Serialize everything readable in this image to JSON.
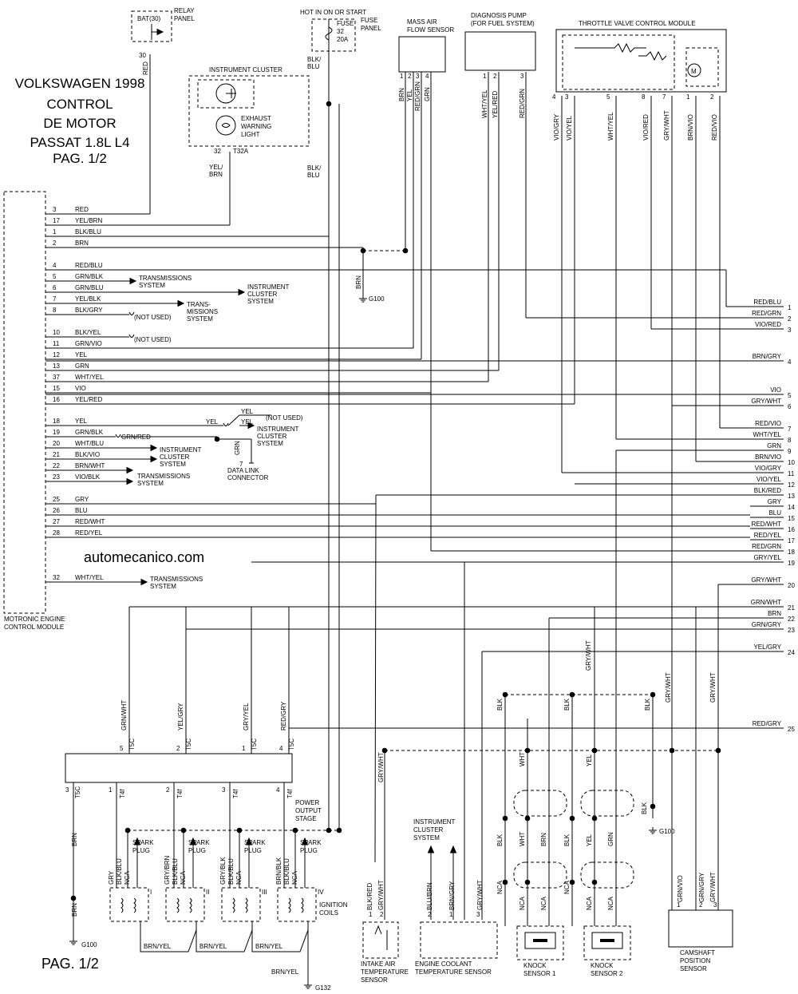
{
  "title": {
    "lines": [
      "VOLKSWAGEN 1998",
      "CONTROL",
      "DE MOTOR",
      "PASSAT 1.8L L4",
      "PAG. 1/2"
    ]
  },
  "watermark": "automecanico.com",
  "footer_page": "PAG. 1/2",
  "components": {
    "relay_panel": "RELAY PANEL",
    "bat": "BAT(30)",
    "hot_in_on": "HOT IN ON OR START",
    "fuse": "FUSE",
    "fuse_num": "32",
    "fuse_amp": "20A",
    "fuse_panel": "FUSE PANEL",
    "instrument_cluster": "INSTRUMENT CLUSTER",
    "exhaust_light": [
      "EXHAUST",
      "WARNING",
      "LIGHT"
    ],
    "maf": [
      "MASS AIR",
      "FLOW SENSOR"
    ],
    "diag_pump": [
      "DIAGNOSIS PUMP",
      "(FOR FUEL SYSTEM)"
    ],
    "throttle": "THROTTLE VALVE CONTROL MODULE",
    "ecm": [
      "MOTRONIC ENGINE",
      "CONTROL MODULE"
    ],
    "power_stage": [
      "POWER",
      "OUTPUT",
      "STAGE"
    ],
    "ignition_coils": [
      "IGNITION",
      "COILS"
    ],
    "spark_plug": [
      "SPARK",
      "PLUG"
    ],
    "intake_air": [
      "INTAKE AIR",
      "TEMPERATURE",
      "SENSOR"
    ],
    "coolant": [
      "ENGINE COOLANT",
      "TEMPERATURE SENSOR"
    ],
    "inst_cluster_system": [
      "INSTRUMENT",
      "CLUSTER",
      "SYSTEM"
    ],
    "knock1": [
      "KNOCK",
      "SENSOR 1"
    ],
    "knock2": [
      "KNOCK",
      "SENSOR 2"
    ],
    "camshaft": [
      "CAMSHAFT",
      "POSITION",
      "SENSOR"
    ],
    "dlc": [
      "DATA LINK",
      "CONNECTOR"
    ],
    "g100": "G100",
    "g132": "G132",
    "t32a": "T32A",
    "motor": "M"
  },
  "ecm_pins": [
    {
      "pin": "3",
      "wire": "RED"
    },
    {
      "pin": "17",
      "wire": "YEL/BRN"
    },
    {
      "pin": "1",
      "wire": "BLK/BLU"
    },
    {
      "pin": "2",
      "wire": "BRN"
    },
    {
      "pin": "4",
      "wire": "RED/BLU"
    },
    {
      "pin": "5",
      "wire": "GRN/BLK"
    },
    {
      "pin": "6",
      "wire": "GRN/BLU"
    },
    {
      "pin": "7",
      "wire": "YEL/BLK"
    },
    {
      "pin": "8",
      "wire": "BLK/GRY"
    },
    {
      "pin": "10",
      "wire": "BLK/YEL"
    },
    {
      "pin": "11",
      "wire": "GRN/VIO"
    },
    {
      "pin": "12",
      "wire": "YEL"
    },
    {
      "pin": "13",
      "wire": "GRN"
    },
    {
      "pin": "37",
      "wire": "WHT/YEL"
    },
    {
      "pin": "15",
      "wire": "VIO"
    },
    {
      "pin": "16",
      "wire": "YEL/RED"
    },
    {
      "pin": "18",
      "wire": "YEL"
    },
    {
      "pin": "19",
      "wire": "GRN/BLK"
    },
    {
      "pin": "20",
      "wire": "WHT/BLU"
    },
    {
      "pin": "21",
      "wire": "BLK/VIO"
    },
    {
      "pin": "22",
      "wire": "BRN/WHT"
    },
    {
      "pin": "23",
      "wire": "VIO/BLK"
    },
    {
      "pin": "25",
      "wire": "GRY"
    },
    {
      "pin": "26",
      "wire": "BLU"
    },
    {
      "pin": "27",
      "wire": "RED/WHT"
    },
    {
      "pin": "28",
      "wire": "RED/YEL"
    },
    {
      "pin": "32",
      "wire": "WHT/YEL"
    }
  ],
  "side_labels": {
    "transmissions_system": [
      "TRANSMISSIONS",
      "SYSTEM"
    ],
    "trans_missions_system": [
      "TRANS-",
      "MISSIONS",
      "SYSTEM"
    ],
    "instrument_cluster_system": [
      "INSTRUMENT",
      "CLUSTER",
      "SYSTEM"
    ],
    "not_used": "(NOT USED)"
  },
  "right_connector": [
    {
      "n": "1",
      "wire": "RED/BLU"
    },
    {
      "n": "2",
      "wire": "RED/GRN"
    },
    {
      "n": "3",
      "wire": "VIO/RED"
    },
    {
      "n": "4",
      "wire": "BRN/GRY"
    },
    {
      "n": "5",
      "wire": "VIO"
    },
    {
      "n": "6",
      "wire": "GRY/WHT"
    },
    {
      "n": "7",
      "wire": "RED/VIO"
    },
    {
      "n": "8",
      "wire": "WHT/YEL"
    },
    {
      "n": "9",
      "wire": "GRN"
    },
    {
      "n": "10",
      "wire": "BRN/VIO"
    },
    {
      "n": "11",
      "wire": "VIO/GRY"
    },
    {
      "n": "12",
      "wire": "VIO/YEL"
    },
    {
      "n": "13",
      "wire": "BLK/RED"
    },
    {
      "n": "14",
      "wire": "GRY"
    },
    {
      "n": "15",
      "wire": "BLU"
    },
    {
      "n": "16",
      "wire": "RED/WHT"
    },
    {
      "n": "17",
      "wire": "RED/YEL"
    },
    {
      "n": "18",
      "wire": "RED/GRN"
    },
    {
      "n": "19",
      "wire": "GRY/YEL"
    },
    {
      "n": "20",
      "wire": "GRY/WHT"
    },
    {
      "n": "21",
      "wire": "GRN/WHT"
    },
    {
      "n": "22",
      "wire": "BRN"
    },
    {
      "n": "23",
      "wire": "GRN/GRY"
    },
    {
      "n": "24",
      "wire": "YEL/GRY"
    },
    {
      "n": "25",
      "wire": "RED/GRY"
    }
  ],
  "top_wires": {
    "maf": [
      {
        "pin": "1",
        "wire": "BRN"
      },
      {
        "pin": "2",
        "wire": "YEL"
      },
      {
        "pin": "3",
        "wire": "RED/GRN"
      },
      {
        "pin": "4",
        "wire": "GRN"
      }
    ],
    "pump": [
      {
        "pin": "1",
        "wire": "WHT/YEL"
      },
      {
        "pin": "2",
        "wire": "YEL/RED"
      },
      {
        "pin": "3",
        "wire": "RED/GRN"
      }
    ],
    "throttle": [
      {
        "pin": "4",
        "wire": "VIO/GRY"
      },
      {
        "pin": "3",
        "wire": "VIO/YEL"
      },
      {
        "pin": "5",
        "wire": "WHT/YEL"
      },
      {
        "pin": "8",
        "wire": "VIO/RED"
      },
      {
        "pin": "7",
        "wire": "GRY/WHT"
      },
      {
        "pin": "1",
        "wire": "BRN/VIO"
      },
      {
        "pin": "2",
        "wire": "RED/VIO"
      }
    ],
    "relay_wire": "RED",
    "relay_pin": "30",
    "fuse_wire": "BLK/ BLU",
    "cluster_wire": "YEL/ BRN",
    "cluster_pin": "32"
  },
  "power_stage_inputs": [
    {
      "pin": "5",
      "wire": "GRN/WHT",
      "conn": "T5C"
    },
    {
      "pin": "2",
      "wire": "YEL/GRY",
      "conn": "T5C"
    },
    {
      "pin": "1",
      "wire": "GRY/YEL",
      "conn": "T5C"
    },
    {
      "pin": "4",
      "wire": "RED/GRY",
      "conn": "T5C"
    }
  ],
  "power_stage_outputs": [
    {
      "pin": "3",
      "wire": "BRN",
      "conn": "T5C"
    },
    {
      "pin": "1",
      "conn": "T4f"
    },
    {
      "pin": "2",
      "conn": "T4f"
    },
    {
      "pin": "3",
      "conn": "T4f"
    },
    {
      "pin": "4",
      "conn": "T4f"
    }
  ],
  "coils": [
    {
      "roman": "I",
      "w": [
        "GRY",
        "BLK/BLU",
        "NCA"
      ]
    },
    {
      "roman": "II",
      "w": [
        "GRY/BRN",
        "BLK/BLU",
        "NCA"
      ]
    },
    {
      "roman": "III",
      "w": [
        "GRY/BLK",
        "BLK/BLU",
        "NCA"
      ]
    },
    {
      "roman": "IV",
      "w": [
        "BRN/BLK",
        "BLK/BLU",
        "NCA"
      ]
    }
  ],
  "misc_wires": {
    "brn_yel": "BRN/YEL",
    "gry_wht": "GRY/WHT",
    "blk_red": "BLK/RED",
    "blu_brn": "BLU/BRN",
    "brn_gry": "BRN/GRY",
    "blk": "BLK",
    "wht": "WHT",
    "brn": "BRN",
    "yel": "YEL",
    "grn": "GRN",
    "nca": "NCA",
    "grn_red": "GRN/RED",
    "grn_vio": "GRN/VIO",
    "grn_gry": "GRN/GRY",
    "grn_label": "GRN",
    "dlc_pin": "7"
  }
}
